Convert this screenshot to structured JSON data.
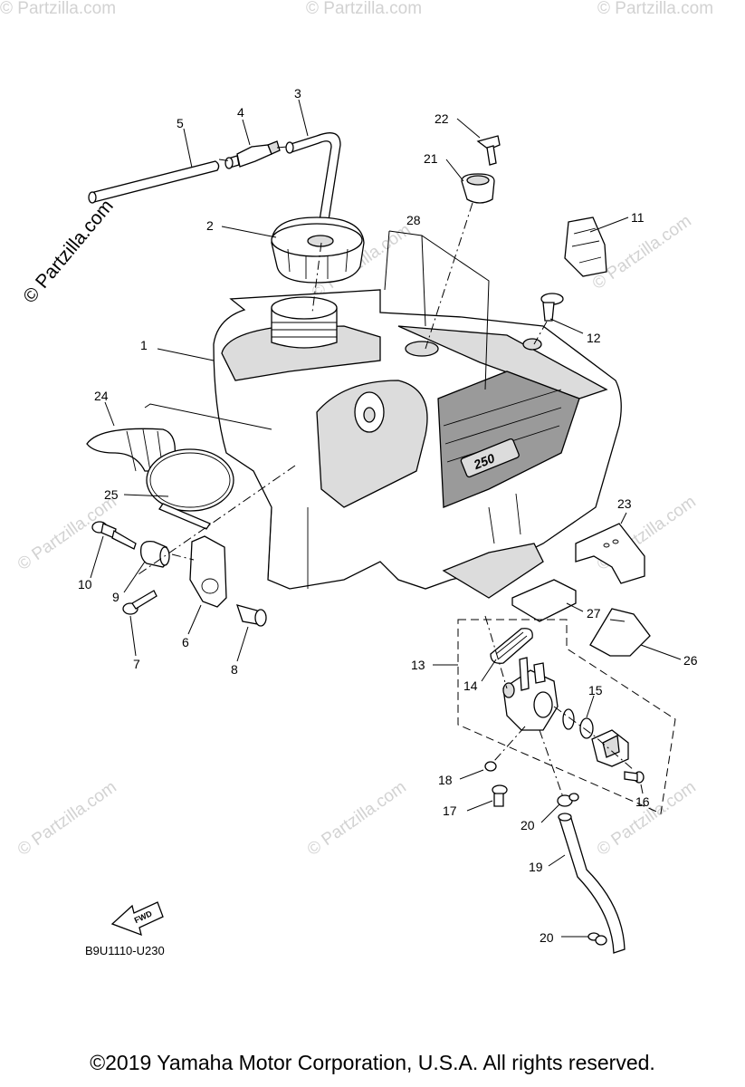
{
  "watermark": {
    "main": "© Partzilla.com",
    "tile": "© Partzilla.com"
  },
  "diagram_code": "B9U1110-U230",
  "fwd_label": "FWD",
  "copyright": "©2019 Yamaha Motor Corporation, U.S.A. All rights reserved.",
  "callouts": {
    "c1": "1",
    "c2": "2",
    "c3": "3",
    "c4": "4",
    "c5": "5",
    "c6": "6",
    "c7": "7",
    "c8": "8",
    "c9": "9",
    "c10": "10",
    "c11": "11",
    "c12": "12",
    "c13": "13",
    "c14": "14",
    "c15": "15",
    "c16": "16",
    "c17": "17",
    "c18": "18",
    "c19": "19",
    "c20a": "20",
    "c20b": "20",
    "c21": "21",
    "c22": "22",
    "c23": "23",
    "c24": "24",
    "c25": "25",
    "c26": "26",
    "c27": "27",
    "c28": "28"
  },
  "tank_badge": "250",
  "colors": {
    "line": "#000000",
    "watermark": "#d2d2d2",
    "background": "#ffffff"
  }
}
